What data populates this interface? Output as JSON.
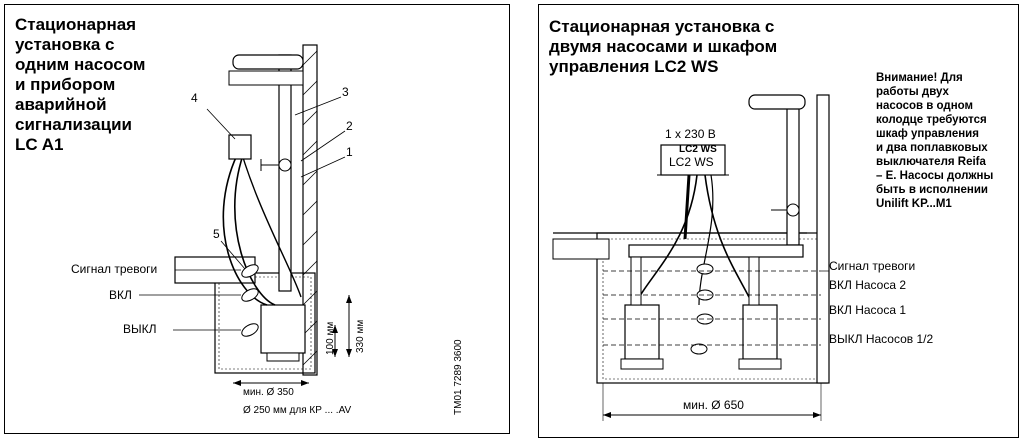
{
  "left": {
    "title": "Стационарная\nустановка с\nодним насосом\nи прибором\nаварийной\nсигнализации\nLC A1",
    "labels": {
      "alarm": "Сигнал тревоги",
      "on": "ВКЛ",
      "off": "ВЫКЛ"
    },
    "callouts": [
      "1",
      "2",
      "3",
      "4",
      "5"
    ],
    "dims": {
      "min_diameter": "мин. Ø 350",
      "kp_note": "Ø 250 мм для КР ... .AV",
      "h330": "330 мм",
      "h100": "100 мм"
    },
    "code": "TM01 7289 3600"
  },
  "right": {
    "title": "Стационарная установка с\nдвумя насосами и шкафом\nуправления LC2 WS",
    "note": "Внимание! Для\nработы двух\nнасосов в одном\nколодце требуются\nшкаф управления\nи два поплавковых\nвыключателя Reifa\n– Е. Насосы должны\nбыть в исполнении\nUnilift KP...M1",
    "supply": "1 x 230 В",
    "box_label_small": "LC2 WS",
    "box_label": "LC2 WS",
    "levels": {
      "alarm": "Сигнал тревоги",
      "on2": "ВКЛ Насоса 2",
      "on1": "ВКЛ Насоса 1",
      "off": "ВЫКЛ Насосов 1/2"
    },
    "dim_min": "мин. Ø 650"
  }
}
